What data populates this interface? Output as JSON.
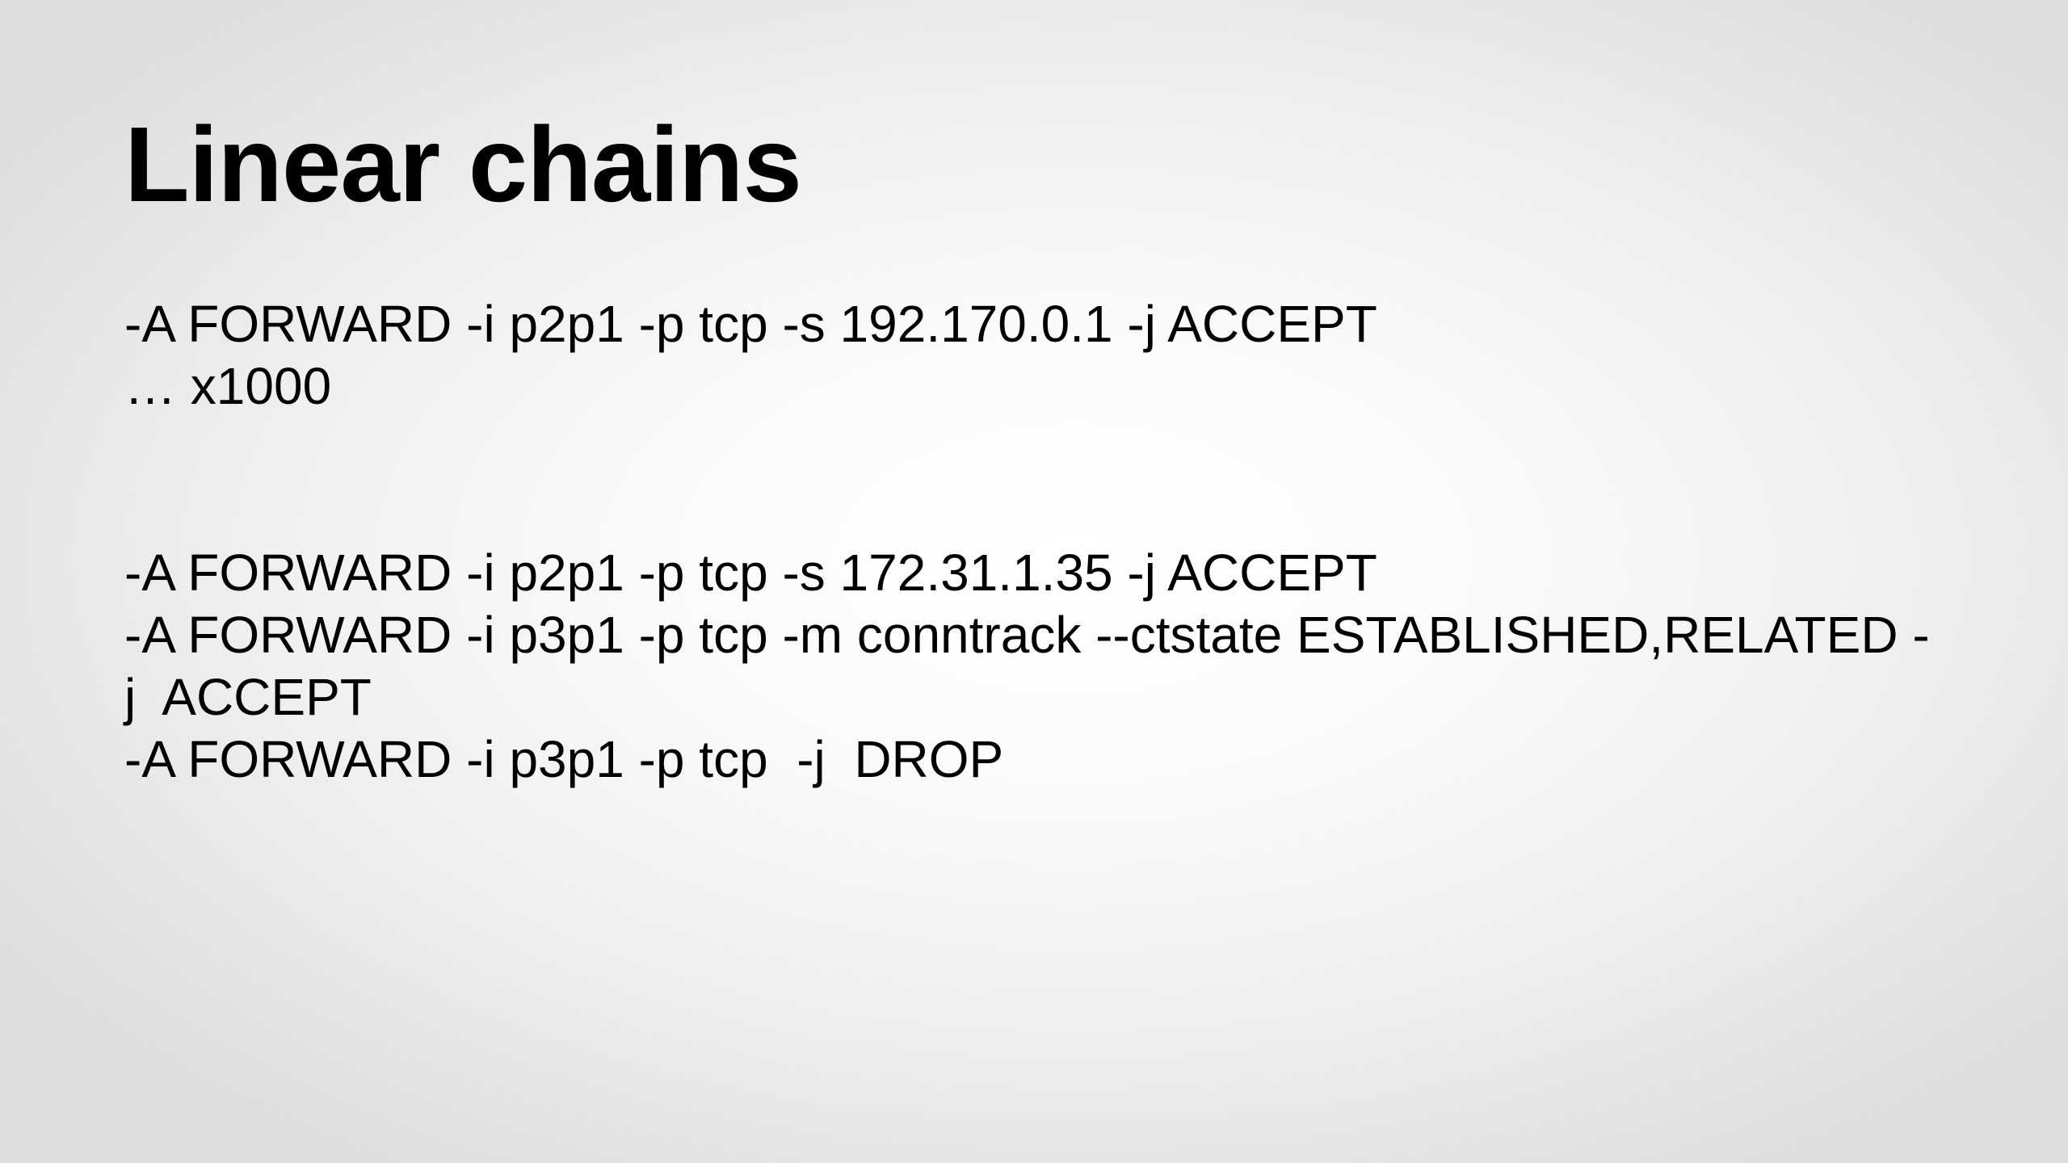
{
  "slide": {
    "title": "Linear chains",
    "block1": [
      "-A FORWARD -i p2p1 -p tcp -s 192.170.0.1 -j ACCEPT",
      "… x1000"
    ],
    "block2": [
      "-A FORWARD -i p2p1 -p tcp -s 172.31.1.35 -j ACCEPT",
      "-A FORWARD -i p3p1 -p tcp -m conntrack --ctstate ESTABLISHED,RELATED -",
      "j  ACCEPT",
      "-A FORWARD -i p3p1 -p tcp  -j  DROP"
    ]
  }
}
